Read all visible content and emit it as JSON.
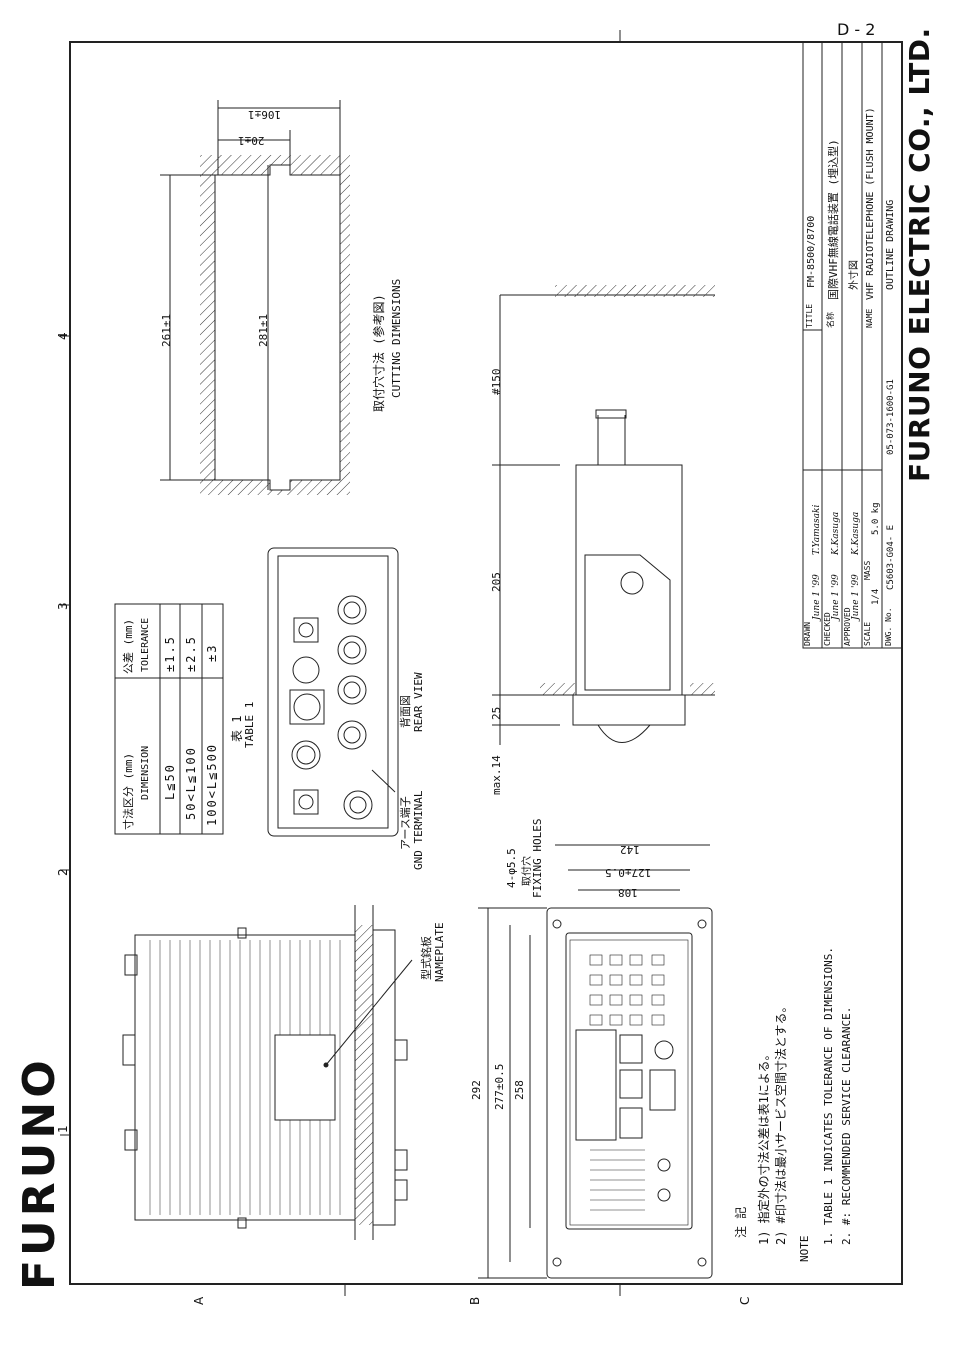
{
  "page": {
    "sheet_id": "D - 2"
  },
  "brand": {
    "logo_text": "FURUNO",
    "company": "FURUNO ELECTRIC CO., LTD."
  },
  "grid": {
    "columns": [
      "1",
      "2",
      "3",
      "4"
    ],
    "rows": [
      "A",
      "B",
      "C"
    ]
  },
  "title_block": {
    "title_label": "TITLE",
    "model": "FM-8500/8700",
    "name_label_jp": "名称",
    "name_jp": "国際VHF無線電話装置 (埋込型)",
    "subname_jp": "外寸図",
    "name_label": "NAME",
    "name_en": "VHF RADIOTELEPHONE (FLUSH MOUNT)",
    "drawing_type": "OUTLINE DRAWING",
    "drawn_label": "DRAWN",
    "drawn_date": "June 1 '99",
    "drawn_by": "T.Yamasaki",
    "checked_label": "CHECKED",
    "checked_date": "June 1 '99",
    "checked_by": "K.Kasuga",
    "approved_label": "APPROVED",
    "approved_date": "June 1 '99",
    "approved_by": "K.Kasuga",
    "scale_label": "SCALE",
    "scale": "1/4",
    "mass_label": "MASS",
    "mass": "5.0 kg",
    "dwg_label": "DWG. No.",
    "dwg_no": "C5603-G04- E",
    "part_no": "05-073-1600-G1"
  },
  "tolerance_table": {
    "caption_jp": "表 1",
    "caption": "TABLE 1",
    "header_dim_jp": "寸法区分 (mm)",
    "header_dim": "DIMENSION",
    "header_tol_jp": "公差 (mm)",
    "header_tol": "TOLERANCE",
    "rows": [
      {
        "dim": "L≦50",
        "tol": "±1.5"
      },
      {
        "dim": "50<L≦100",
        "tol": "±2.5"
      },
      {
        "dim": "100<L≦500",
        "tol": "±3"
      }
    ]
  },
  "cutout": {
    "title_jp": "取付穴寸法 (参考図)",
    "title": "CUTTING DIMENSIONS",
    "dim_width": "106±1",
    "dim_lip": "20±1",
    "dim_outer": "261±1",
    "dim_inner": "281±1"
  },
  "rear_view": {
    "title_jp": "背面図",
    "title": "REAR VIEW",
    "gnd_jp": "アース端子",
    "gnd": "GND TERMINAL"
  },
  "side_view": {
    "dim_150": "#150",
    "dim_205": "205",
    "dim_25": "25",
    "dim_max14": "max.14"
  },
  "front_view": {
    "holes_label": "4-φ5.5",
    "holes_jp": "取付穴",
    "holes": "FIXING HOLES",
    "dim_142": "142",
    "dim_127": "127±0.5",
    "dim_108": "108",
    "dim_292": "292",
    "dim_277": "277±0.5",
    "dim_258": "258"
  },
  "top_view": {
    "nameplate_jp": "型式銘板",
    "nameplate": "NAMEPLATE"
  },
  "notes": {
    "heading_jp": "注 記",
    "jp_1": "1) 指定外の寸法公差は表1による。",
    "jp_2": "2) #印寸法は最小サービス空間寸法とする。",
    "heading": "NOTE",
    "en_1": "1. TABLE 1 INDICATES TOLERANCE OF DIMENSIONS.",
    "en_2": "2. #: RECOMMENDED SERVICE CLEARANCE."
  }
}
